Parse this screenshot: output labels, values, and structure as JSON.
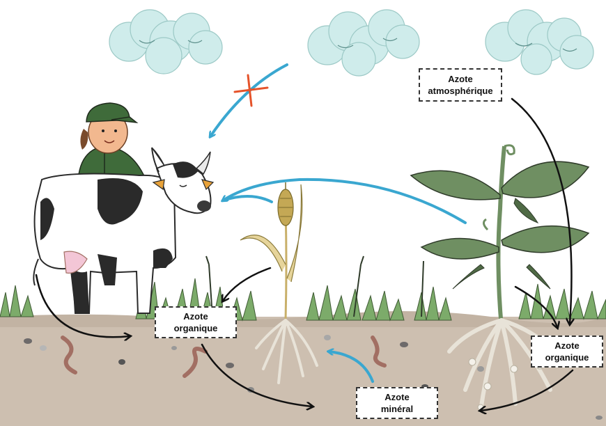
{
  "labels": {
    "atmospheric": {
      "line1": "Azote",
      "line2": "atmosphérique"
    },
    "organic_left": {
      "line1": "Azote",
      "line2": "organique"
    },
    "organic_right": {
      "line1": "Azote",
      "line2": "organique"
    },
    "mineral": {
      "line1": "Azote",
      "line2": "minéral"
    }
  },
  "colors": {
    "soil": "#cdbfb0",
    "grass": "#7cab6a",
    "cloud": "#cfeceb",
    "arrow_blue": "#3aa7d0",
    "arrow_black": "#111111",
    "cross": "#e5532a",
    "cow_black": "#2a2a2a",
    "farmer_green": "#3f6b3a",
    "plant_green": "#6f8f62",
    "wheat": "#c9b06a"
  }
}
